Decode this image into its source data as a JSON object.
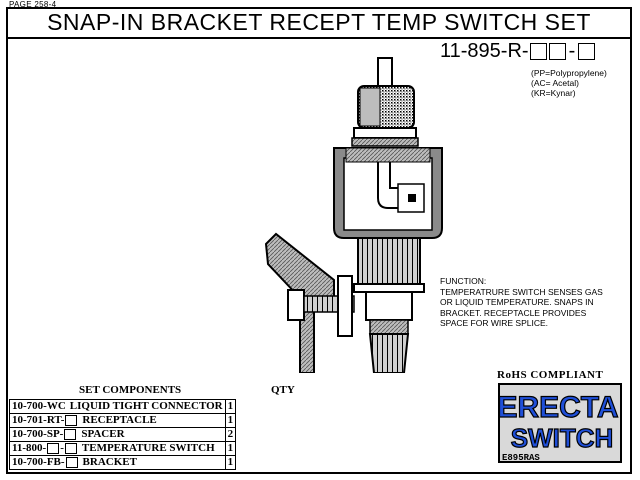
{
  "page_label": "PAGE 258-4",
  "title": "SNAP-IN BRACKET RECEPT TEMP SWITCH SET",
  "part_number": {
    "prefix": "11-895-R-",
    "sep": "-"
  },
  "materials": [
    "(PP=Polypropylene)",
    "(AC= Acetal)",
    "(KR=Kynar)"
  ],
  "function_text": [
    "FUNCTION:",
    "TEMPERATRURE SWITCH SENSES GAS",
    "OR LIQUID TEMPERATURE. SNAPS IN",
    "BRACKET. RECEPTACLE PROVIDES",
    "SPACE FOR WIRE SPLICE."
  ],
  "components": {
    "header_name": "SET COMPONENTS",
    "header_qty": "QTY",
    "rows": [
      {
        "part": "10-700-WC",
        "boxes": 0,
        "desc": "LIQUID TIGHT CONNECTOR",
        "qty": "1"
      },
      {
        "part": "10-701-RT-",
        "boxes": 1,
        "desc": "RECEPTACLE",
        "qty": "1"
      },
      {
        "part": "10-700-SP-",
        "boxes": 1,
        "desc": "SPACER",
        "qty": "2"
      },
      {
        "part": "11-800-",
        "boxes": 2,
        "desc": "TEMPERATURE SWITCH",
        "qty": "1"
      },
      {
        "part": "10-700-FB-",
        "boxes": 1,
        "desc": "BRACKET",
        "qty": "1"
      }
    ]
  },
  "rohs": "RoHS COMPLIANT",
  "logo": {
    "line1": "ERECTA",
    "line2": "SWITCH",
    "code": "E895RAS",
    "fill_color": "#1f4fd8",
    "bg_color": "#d9d9d9"
  }
}
